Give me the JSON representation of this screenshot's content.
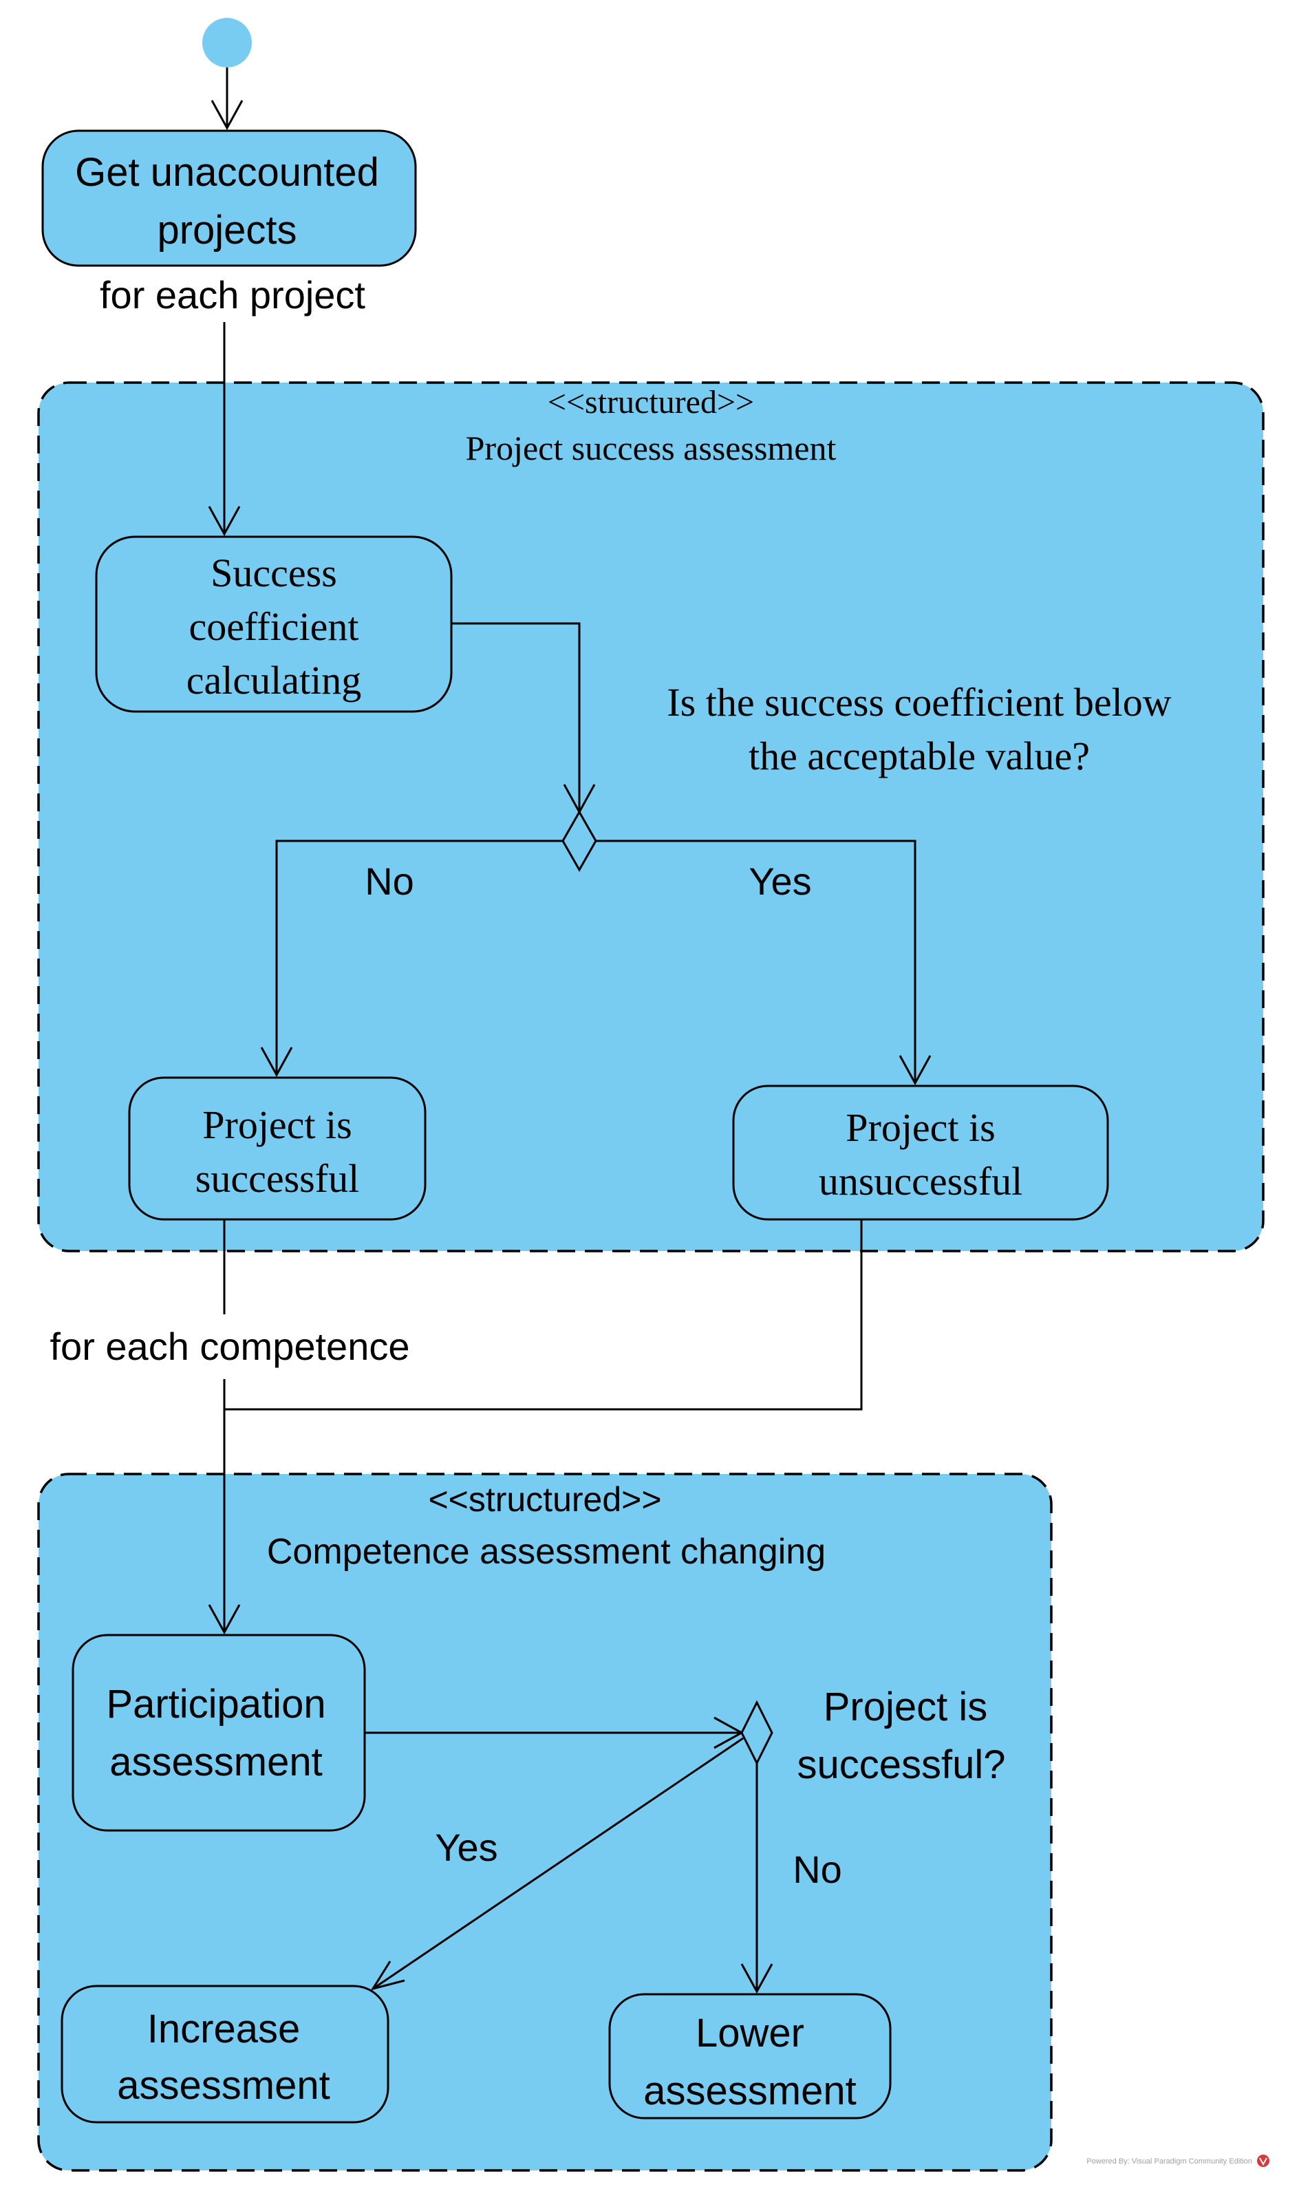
{
  "diagram": {
    "initial_node": "initial",
    "nodes": {
      "get_projects": [
        "Get unaccounted",
        "projects"
      ],
      "success_calc": [
        "Success",
        "coefficient",
        "calculating"
      ],
      "project_successful": [
        "Project is",
        "successful"
      ],
      "project_unsuccessful": [
        "Project is",
        "unsuccessful"
      ],
      "participation": [
        "Participation",
        "assessment"
      ],
      "increase": [
        "Increase",
        "assessment"
      ],
      "lower": [
        "Lower",
        "assessment"
      ]
    },
    "regions": {
      "project_success": {
        "stereotype": "<<structured>>",
        "name": "Project success assessment"
      },
      "competence_change": {
        "stereotype": "<<structured>>",
        "name": "Competence assessment changing"
      }
    },
    "loop_labels": {
      "each_project": "for each project",
      "each_competence": "for each competence"
    },
    "decisions": {
      "coefficient": {
        "question": [
          "Is the success coefficient below",
          "the acceptable value?"
        ],
        "no_label": "No",
        "yes_label": "Yes"
      },
      "successful": {
        "question": [
          "Project is",
          "successful?"
        ],
        "yes_label": "Yes",
        "no_label": "No"
      }
    },
    "footer": "Powered By: Visual Paradigm Community Edition"
  },
  "colors": {
    "fill": "#79ccf1",
    "stroke": "#000000"
  }
}
